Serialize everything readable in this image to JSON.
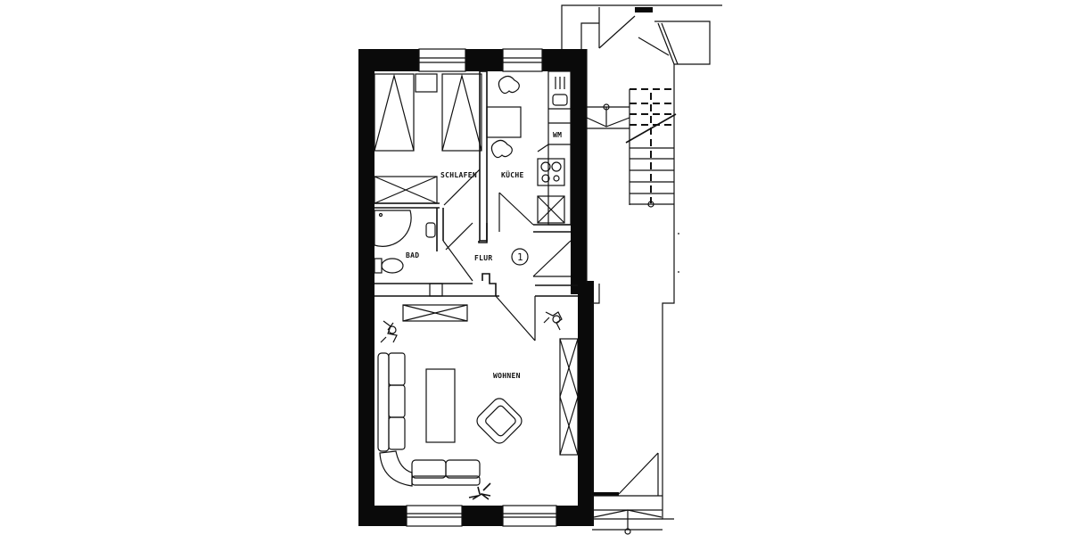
{
  "plan": {
    "type": "apartment floor plan",
    "rooms": [
      {
        "id": "schlafen",
        "label": "SCHLAFEN"
      },
      {
        "id": "kueche",
        "label": "KÜCHE"
      },
      {
        "id": "bad",
        "label": "BAD"
      },
      {
        "id": "flur",
        "label": "FLUR"
      },
      {
        "id": "wohnen",
        "label": "WOHNEN"
      }
    ],
    "appliances": {
      "washing_machine": "WM"
    },
    "unit_marker": "1",
    "colors": {
      "ink": "#111111",
      "wall": "#0a0a0a",
      "background": "#ffffff"
    }
  }
}
